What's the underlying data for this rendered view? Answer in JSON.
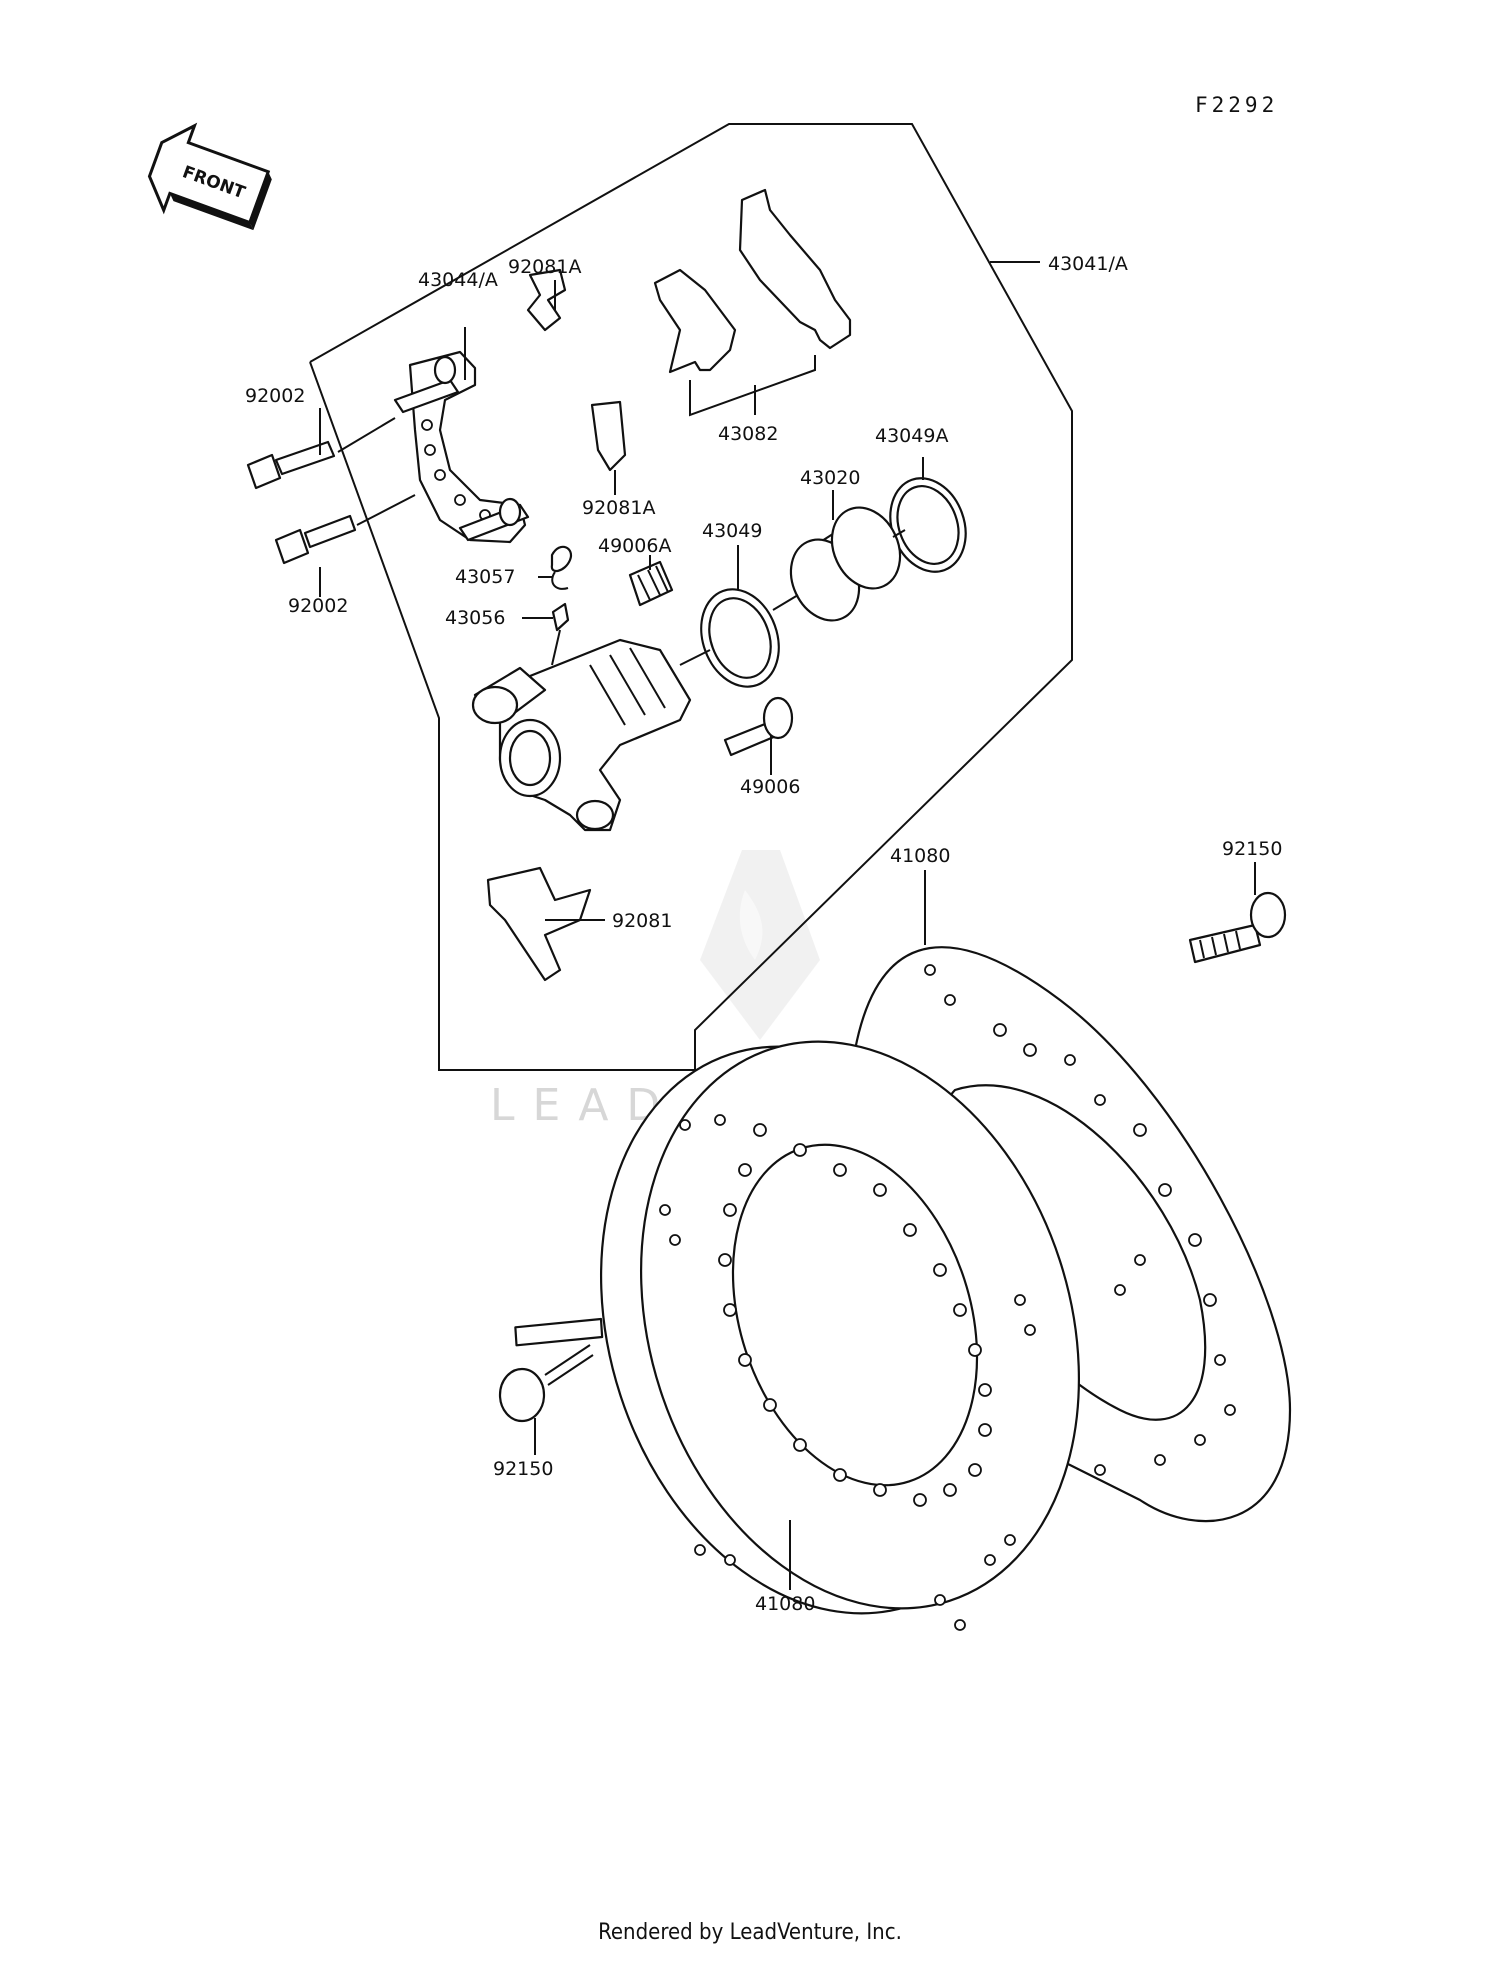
{
  "diagram_code": "F2292",
  "front_arrow": "FRONT",
  "watermark": "LEADVENTURE",
  "footer": "Rendered by LeadVenture, Inc.",
  "labels": {
    "caliper_assy": "43041/A",
    "bracket_upper": "43044/A",
    "spring_upper": "92081A",
    "bolt_upper": "92002",
    "pads": "43082",
    "seal_a": "43049A",
    "piston": "43020",
    "spring_mid": "92081A",
    "seal": "43049",
    "boot_a": "49006A",
    "bolt_lower": "92002",
    "cap": "43057",
    "bleeder": "43056",
    "pin": "49006",
    "disc_top": "41080",
    "disc_bolt_right": "92150",
    "spring_lower": "92081",
    "disc_bolt_left": "92150",
    "disc_bottom": "41080"
  }
}
